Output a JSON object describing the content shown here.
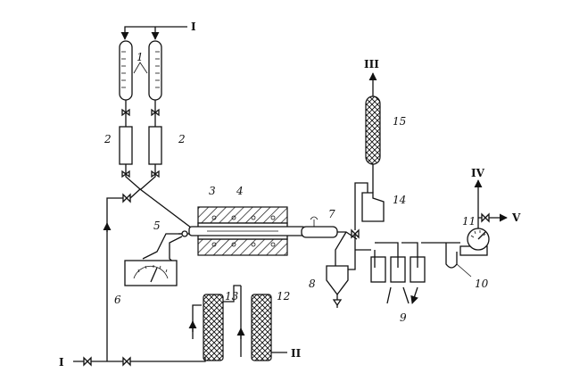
{
  "labels": {
    "n1": "1",
    "n2a": "2",
    "n2b": "2",
    "n3": "3",
    "n4": "4",
    "n5": "5",
    "n6": "6",
    "n7": "7",
    "n8": "8",
    "n9": "9",
    "n10": "10",
    "n11": "11",
    "n12": "12",
    "n13": "13",
    "n14": "14",
    "n15": "15"
  },
  "streams": {
    "I_top": "I",
    "I_bottom": "I",
    "II": "II",
    "III": "III",
    "IV": "IV",
    "V": "V"
  },
  "colors": {
    "ink": "#111111",
    "paper": "#ffffff"
  }
}
